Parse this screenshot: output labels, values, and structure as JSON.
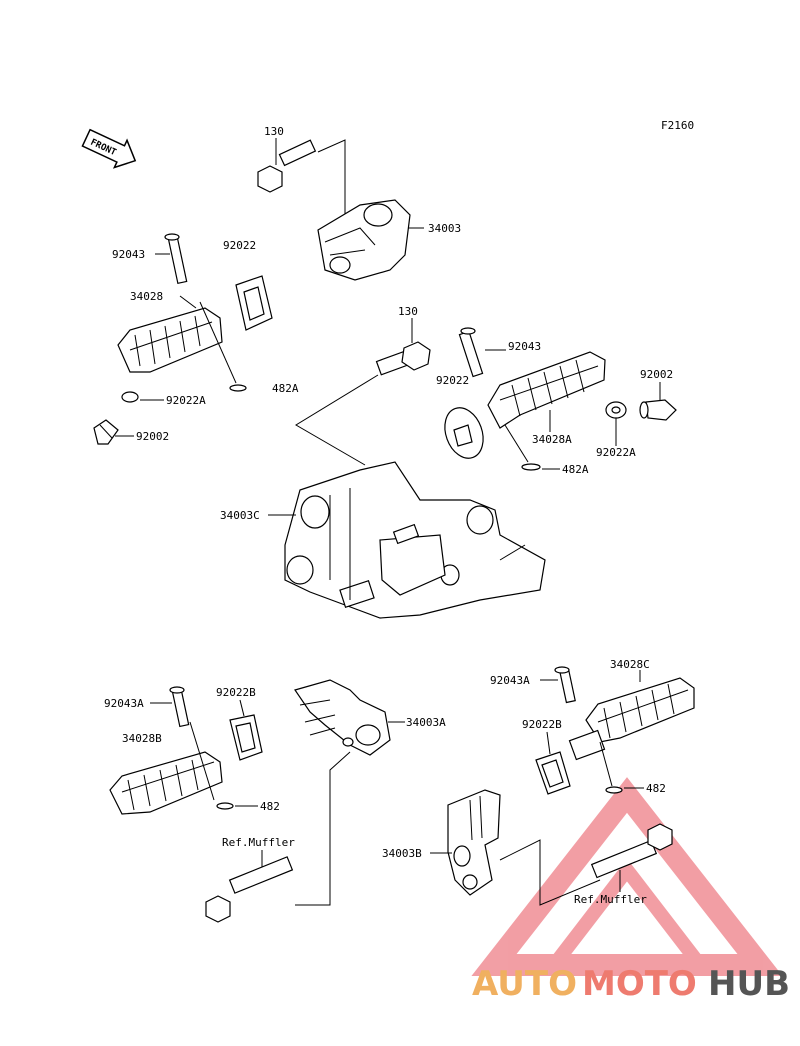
{
  "figure_code": "F2160",
  "front_label": "FRONT",
  "labels": {
    "l130a": "130",
    "l34003": "34003",
    "l92043": "92043",
    "l92022": "92022",
    "l34028": "34028",
    "l130b": "130",
    "l92043b": "92043",
    "l92002": "92002",
    "l92022a_l": "92022A",
    "l482a_l": "482A",
    "l92022b2": "92022",
    "l92002_l": "92002",
    "l34028a": "34028A",
    "l92022a_r": "92022A",
    "l482a_r": "482A",
    "l34003c": "34003C",
    "l92043a_l": "92043A",
    "l92022b_l": "92022B",
    "l34003a": "34003A",
    "l34028b": "34028B",
    "l482_l": "482",
    "l92043a_r": "92043A",
    "l34028c": "34028C",
    "l92022b_r": "92022B",
    "l482_r": "482",
    "l34003b": "34003B",
    "l_ref_l": "Ref.Muffler",
    "l_ref_r": "Ref.Muffler"
  },
  "watermark": {
    "part1": "AUTO",
    "part2": "MOTO",
    "part3": "HUB",
    "color1": "#f0b060",
    "color2": "#ee7b6f",
    "color3": "#555555",
    "triangle_color": "#e8505b"
  }
}
